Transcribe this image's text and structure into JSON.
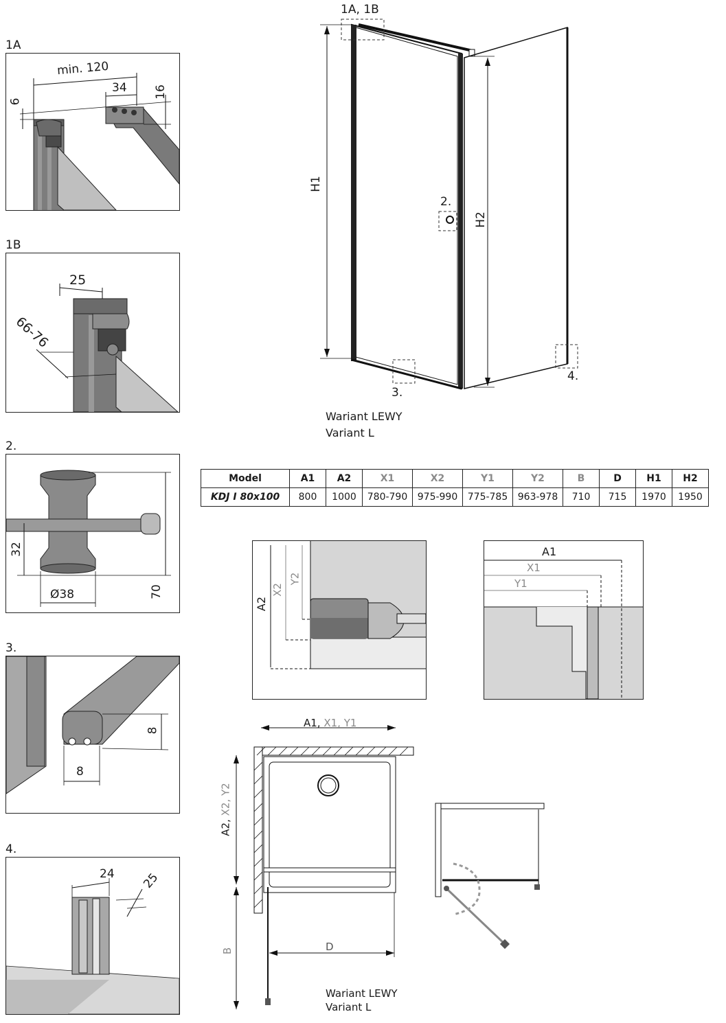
{
  "details": {
    "d1a": {
      "title": "1A",
      "dim_min120": "min. 120",
      "dim_34": "34",
      "dim_16": "16",
      "dim_6": "6"
    },
    "d1b": {
      "title": "1B",
      "dim_25": "25",
      "dim_6676": "66-76"
    },
    "d2": {
      "title": "2.",
      "dim_32": "32",
      "dim_70": "70",
      "dim_38": "Ø38"
    },
    "d3": {
      "title": "3.",
      "dim_8a": "8",
      "dim_8b": "8"
    },
    "d4": {
      "title": "4.",
      "dim_24": "24",
      "dim_25": "25"
    }
  },
  "main_drawing": {
    "callout_1a1b": "1A, 1B",
    "callout_2": "2.",
    "callout_3": "3.",
    "callout_4": "4.",
    "h1": "H1",
    "h2": "H2",
    "variant_line1": "Wariant LEWY",
    "variant_line2": "Variant L"
  },
  "spec_table": {
    "headers": [
      "Model",
      "A1",
      "A2",
      "X1",
      "X2",
      "Y1",
      "Y2",
      "B",
      "D",
      "H1",
      "H2"
    ],
    "row": [
      "KDJ I 80x100",
      "800",
      "1000",
      "780-790",
      "975-990",
      "775-785",
      "963-978",
      "710",
      "715",
      "1970",
      "1950"
    ]
  },
  "plan_views": {
    "left": {
      "a2": "A2",
      "x2": "X2",
      "y2": "Y2"
    },
    "right": {
      "a1": "A1",
      "x1": "X1",
      "y1": "Y1"
    }
  },
  "floor_plan": {
    "top_a1": "A1,",
    "top_x1y1": " X1, Y1",
    "side_a2": "A2,",
    "side_x2y2": " X2, Y2",
    "b": "B",
    "d": "D",
    "variant_line1": "Wariant LEWY",
    "variant_line2": "Variant L"
  },
  "colors": {
    "line": "#1a1a1a",
    "grey_text": "#8a8a8a",
    "fill_grey": "#d6d6d6",
    "dark_grey": "#6e6e6e"
  }
}
